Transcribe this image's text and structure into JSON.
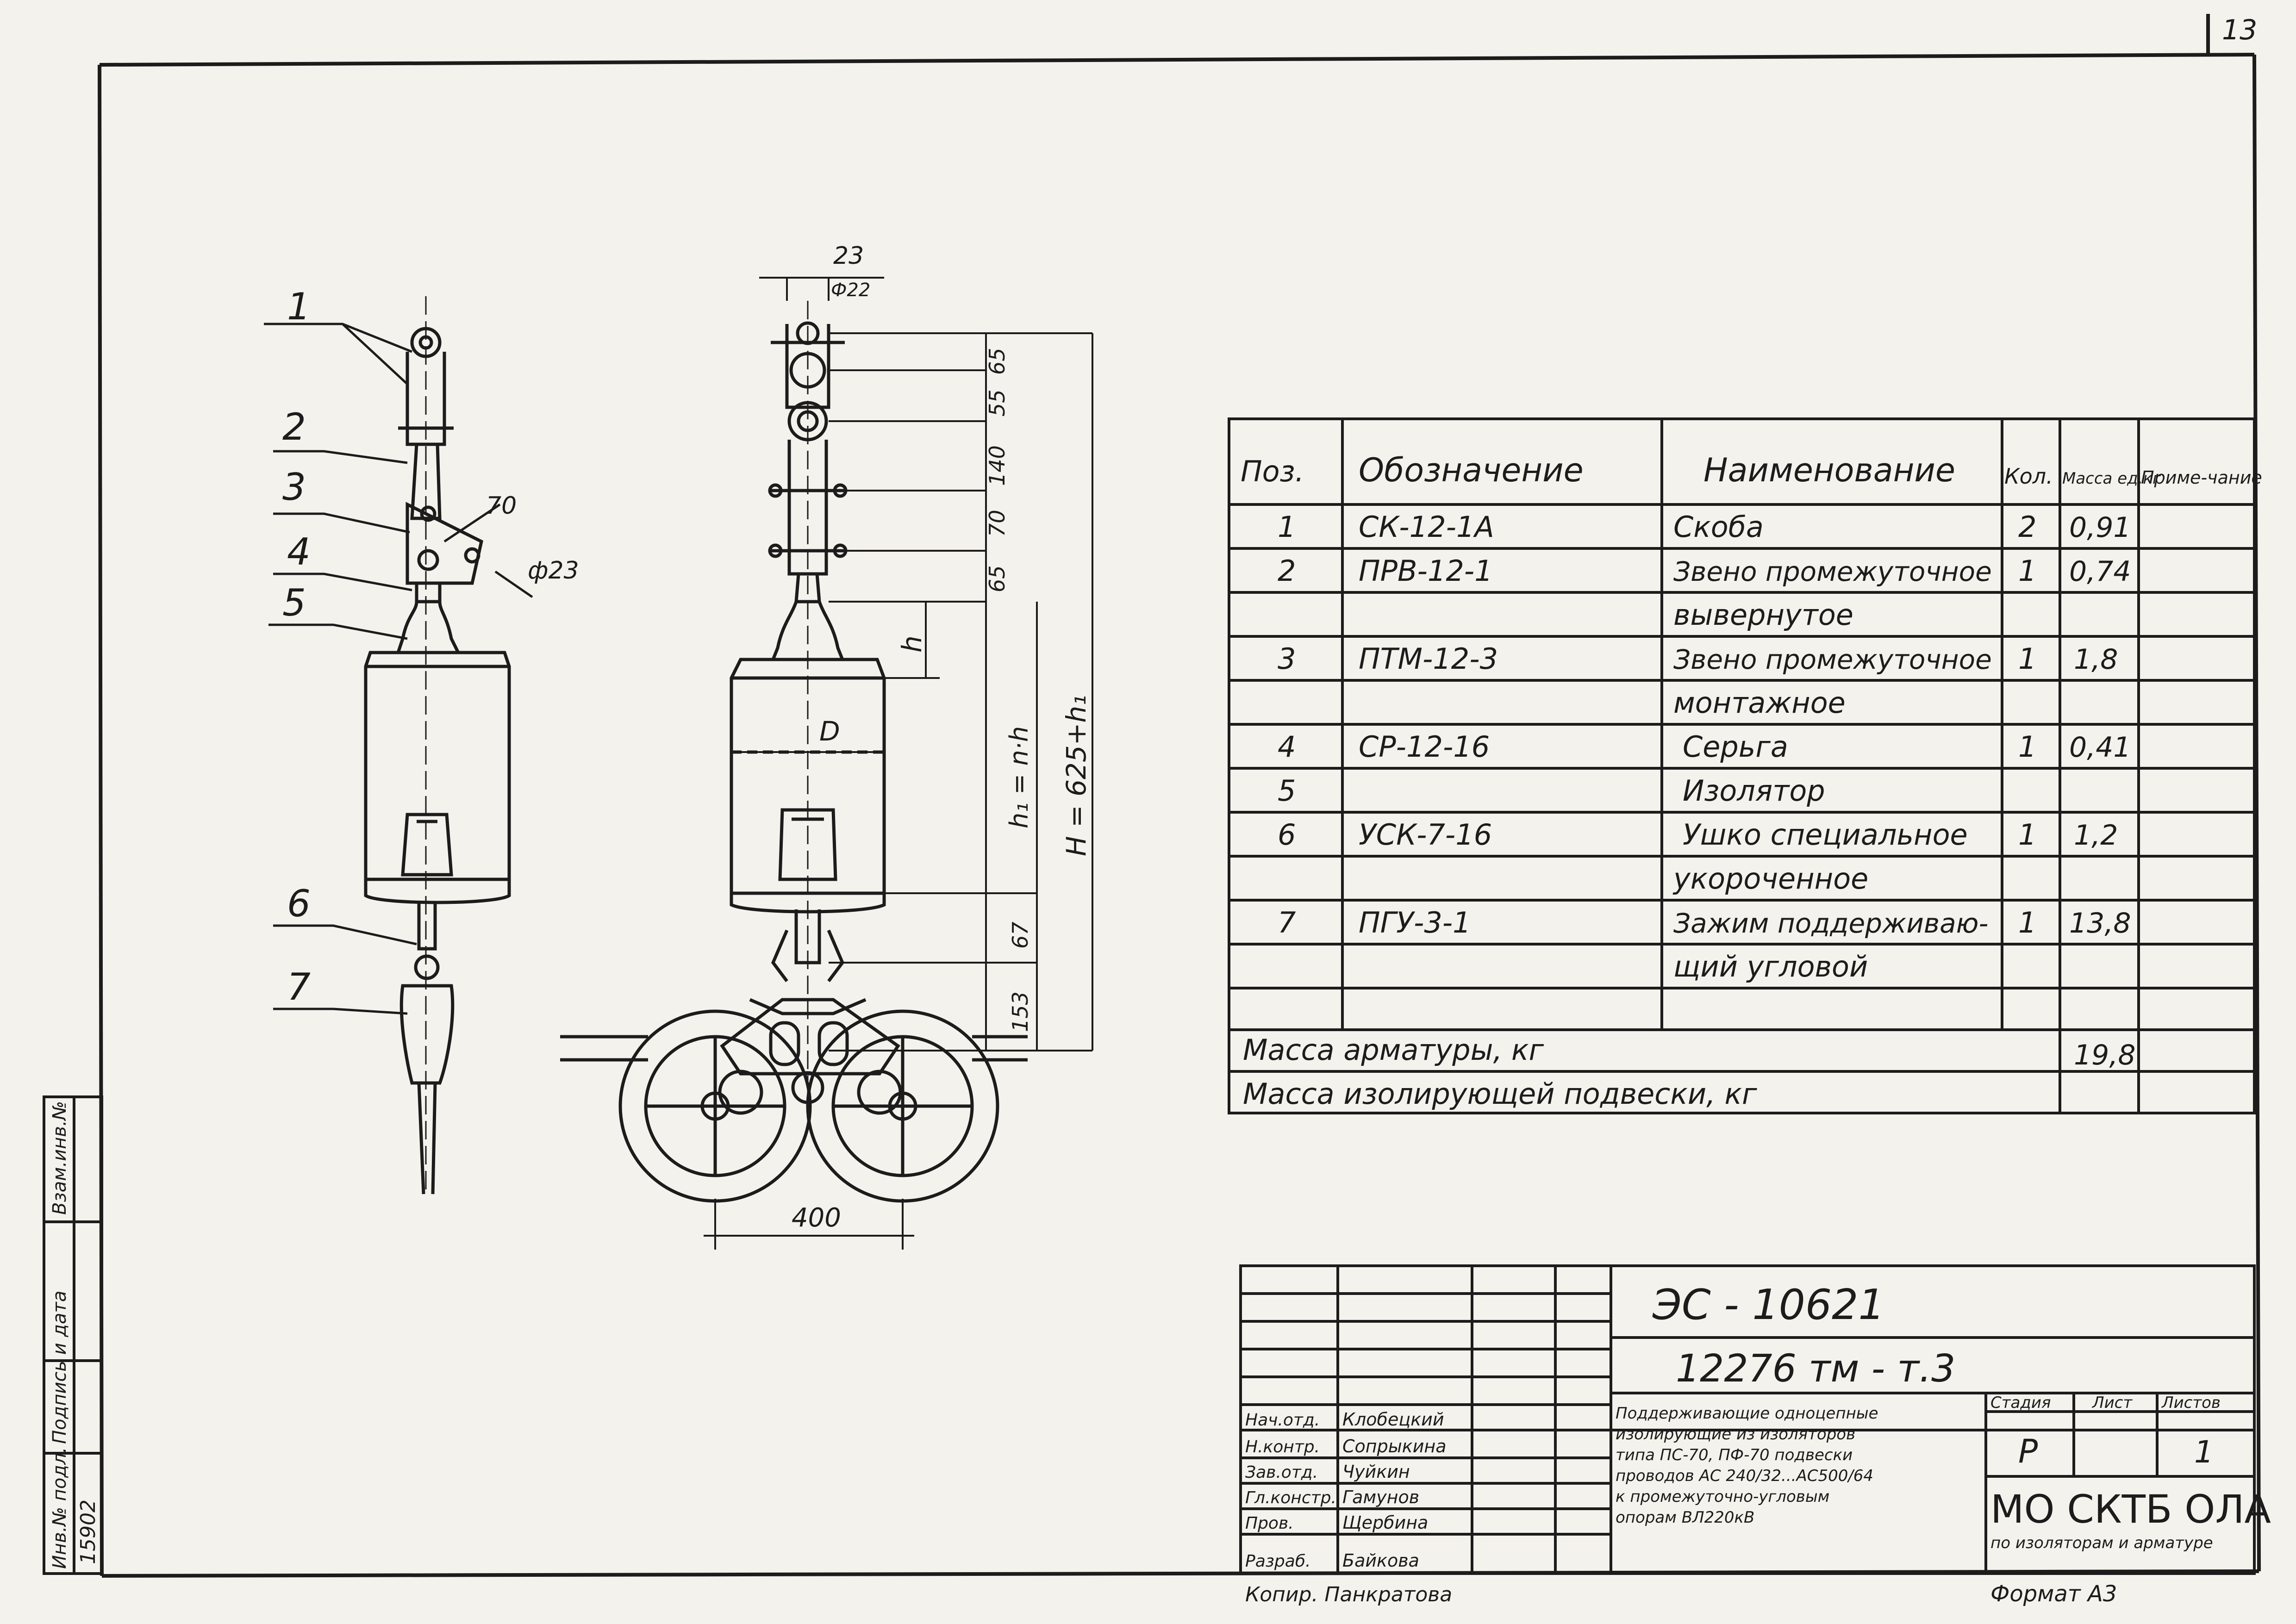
{
  "sheet_number": "13",
  "format": "Формат А3",
  "copied_by": "Копир.  Панкратова",
  "left_strip": {
    "inv_no_label": "Инв.№ подл.",
    "sign_date_label": "Подпись и дата",
    "replace_inv_label": "Взам.инв.№",
    "inv_no_value": "15902"
  },
  "drawing": {
    "callouts": [
      "1",
      "2",
      "3",
      "4",
      "5",
      "6",
      "7"
    ],
    "dim_70": "70",
    "dim_phi23_left": "ф23",
    "dim_23_top": "23",
    "dim_phi22_top": "Ф22",
    "chain_dims": [
      "65",
      "55",
      "140",
      "70",
      "65",
      "67",
      "153"
    ],
    "label_h": "h",
    "label_D": "D",
    "label_h1": "h₁ = n·h",
    "label_H": "H = 625+h₁",
    "dim_400": "400"
  },
  "spec_table": {
    "headers": [
      "Поз.",
      "Обозначение",
      "Наименование",
      "Кол.",
      "Масса ед.кг",
      "Приме-чание"
    ],
    "rows": [
      {
        "pos": "1",
        "code": "СК-12-1А",
        "name": "Скоба",
        "qty": "2",
        "mass": "0,91",
        "note": ""
      },
      {
        "pos": "2",
        "code": "ПРВ-12-1",
        "name": "Звено промежуточное",
        "qty": "1",
        "mass": "0,74",
        "note": ""
      },
      {
        "pos": "",
        "code": "",
        "name": "вывернутое",
        "qty": "",
        "mass": "",
        "note": ""
      },
      {
        "pos": "3",
        "code": "ПТМ-12-3",
        "name": "Звено промежуточное",
        "qty": "1",
        "mass": "1,8",
        "note": ""
      },
      {
        "pos": "",
        "code": "",
        "name": "монтажное",
        "qty": "",
        "mass": "",
        "note": ""
      },
      {
        "pos": "4",
        "code": "СР-12-16",
        "name": "Серьга",
        "qty": "1",
        "mass": "0,41",
        "note": ""
      },
      {
        "pos": "5",
        "code": "",
        "name": "Изолятор",
        "qty": "",
        "mass": "",
        "note": ""
      },
      {
        "pos": "6",
        "code": "УСК-7-16",
        "name": "Ушко специальное",
        "qty": "1",
        "mass": "1,2",
        "note": ""
      },
      {
        "pos": "",
        "code": "",
        "name": "укороченное",
        "qty": "",
        "mass": "",
        "note": ""
      },
      {
        "pos": "7",
        "code": "ПГУ-3-1",
        "name": "Зажим поддерживаю-",
        "qty": "1",
        "mass": "13,8",
        "note": ""
      },
      {
        "pos": "",
        "code": "",
        "name": "щий угловой",
        "qty": "",
        "mass": "",
        "note": ""
      },
      {
        "pos": "",
        "code": "",
        "name": "",
        "qty": "",
        "mass": "",
        "note": ""
      }
    ],
    "mass_fittings_label": "Масса  арматуры, кг",
    "mass_fittings_value": "19,8",
    "mass_insulating_label": "Масса  изолирующей  подвески, кг",
    "mass_insulating_value": ""
  },
  "title_block": {
    "doc_code": "ЭС - 10621",
    "drawing_no": "12276 тм - т.3",
    "roles": [
      {
        "role": "Нач.отд.",
        "name": "Клобецкий"
      },
      {
        "role": "Н.контр.",
        "name": "Сопрыкина"
      },
      {
        "role": "Зав.отд.",
        "name": "Чуйкин"
      },
      {
        "role": "Гл.констр.",
        "name": "Гамунов"
      },
      {
        "role": "Пров.",
        "name": "Щербина"
      },
      {
        "role": "Разраб.",
        "name": "Байкова"
      }
    ],
    "description": [
      "Поддерживающие одноцепные",
      "изолирующие из изоляторов",
      "типа ПС-70, ПФ-70 подвески",
      "проводов АС 240/32...АС500/64",
      "к промежуточно-угловым",
      "опорам ВЛ220кВ"
    ],
    "stage_label": "Стадия",
    "sheet_label": "Лист",
    "sheets_label": "Листов",
    "stage_value": "Р",
    "sheets_value": "1",
    "org_name": "МО СКТБ ОЛА",
    "org_sub": "по изоляторам и арматуре"
  }
}
